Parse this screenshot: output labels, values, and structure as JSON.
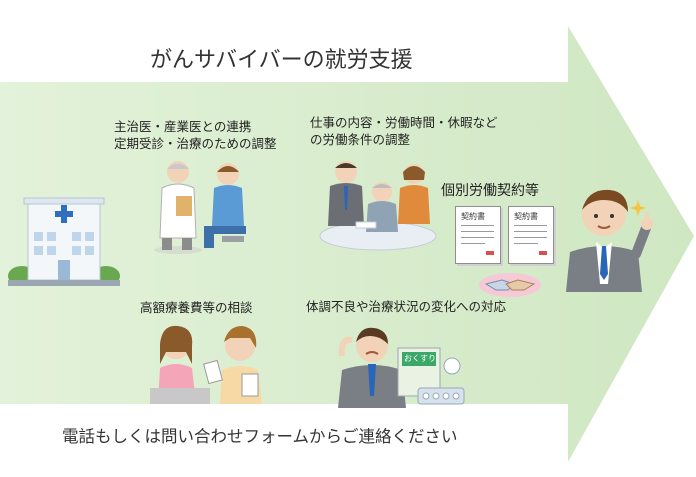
{
  "title": "がんサバイバーの就労支援",
  "sections": {
    "doctor": {
      "line1": "主治医・産業医との連携",
      "line2": "定期受診・治療のための調整"
    },
    "work": {
      "line1": "仕事の内容・労働時間・休暇など",
      "line2": "の労働条件の調整"
    },
    "contract": {
      "label": "個別労働契約等",
      "doc_label": "契約書"
    },
    "medical_cost": {
      "label": "高額療養費等の相談"
    },
    "condition": {
      "label": "体調不良や治療状況の変化への対応",
      "medicine_label": "おくすり"
    }
  },
  "footer": {
    "contact": "電話もしくは問い合わせフォームからご連絡ください"
  },
  "colors": {
    "arrow_green": "#d4ebc9",
    "arrow_green_light": "#e6f3dd",
    "hospital_cross": "#2f6fc0",
    "suit_gray": "#7a7f86",
    "tie_blue": "#2a66b8",
    "handshake_bg": "#f6c9d7"
  }
}
